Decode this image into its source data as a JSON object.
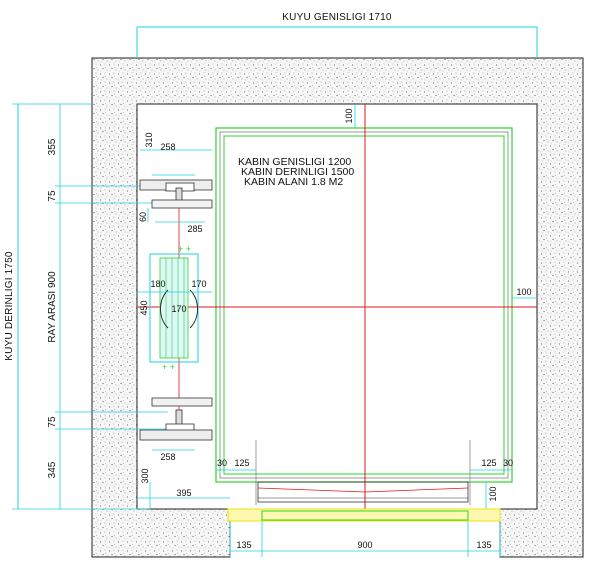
{
  "title_width": "KUYU GENISLIGI 1710",
  "title_depth": "KUYU DERINLIGI 1750",
  "rail_span_label": "RAY ARASI 900",
  "cabin_info": {
    "width": "KABIN GENISLIGI 1200",
    "depth": "KABIN DERINLIGI 1500",
    "area": "KABIN ALANI 1.8 M2"
  },
  "left_dims": [
    "355",
    "75",
    "75",
    "345"
  ],
  "dims": {
    "top_clear": "100",
    "right_clear": "100",
    "bottom_clear": "100",
    "rail_310": "310",
    "rail_258_top": "258",
    "rail_258_bottom": "258",
    "bracket_60": "60",
    "cw_285": "285",
    "cw_180": "180",
    "cw_170_right": "170",
    "cw_170_center": "170",
    "cw_450": "450",
    "door_30_left": "30",
    "door_125_left": "125",
    "door_125_right": "125",
    "door_30_right": "30",
    "sill_300": "300",
    "sill_395": "395",
    "bottom_135_left": "135",
    "bottom_900": "900",
    "bottom_135_right": "135"
  },
  "colors": {
    "wall_hatch": "#d9d9d9",
    "cabin_green": "#2bd62b",
    "axis_red": "#e01818",
    "dim_cyan": "#1fd3e0",
    "door_yellow": "#f2e600"
  }
}
